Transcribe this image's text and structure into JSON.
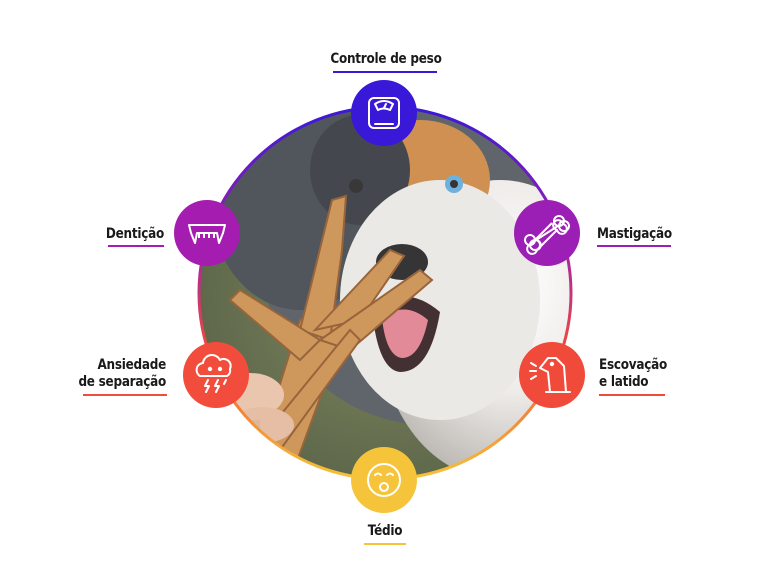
{
  "items": [
    {
      "label_lines": [
        "Controle de peso"
      ],
      "icon": "scale-icon",
      "color": "#3a18d8"
    },
    {
      "label_lines": [
        "Mastigação"
      ],
      "icon": "bone-icon",
      "color": "#9b1fb4"
    },
    {
      "label_lines": [
        "Escovação",
        "e latido"
      ],
      "icon": "barking-dog-icon",
      "color": "#f04a3a"
    },
    {
      "label_lines": [
        "Tédio"
      ],
      "icon": "bored-face-icon",
      "color": "#f5c43a"
    },
    {
      "label_lines": [
        "Ansiedade",
        "de separação"
      ],
      "icon": "storm-cloud-icon",
      "color": "#f24d3c"
    },
    {
      "label_lines": [
        "Dentição"
      ],
      "icon": "teeth-icon",
      "color": "#a51cb0"
    }
  ],
  "photo": {
    "subject": "dog-chewing-chicken-feet-photo"
  }
}
